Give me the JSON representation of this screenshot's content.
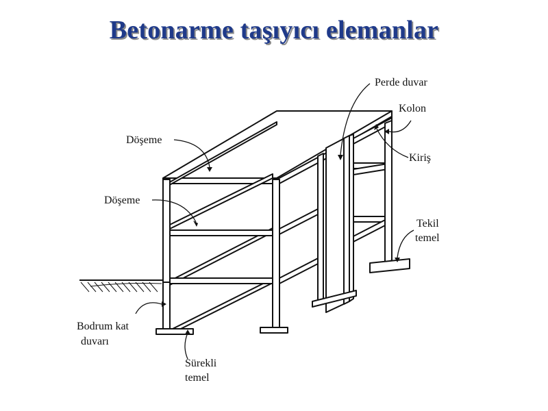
{
  "title": "Betonarme taşıyıcı elemanlar",
  "labels": {
    "perde_duvar": "Perde duvar",
    "kolon": "Kolon",
    "doseme_top": "Döşeme",
    "kiris": "Kiriş",
    "doseme_mid": "Döşeme",
    "tekil_temel_1": "Tekil",
    "tekil_temel_2": "temel",
    "bodrum_1": "Bodrum kat",
    "bodrum_2": "duvarı",
    "surekli_1": "Sürekli",
    "surekli_2": "temel"
  },
  "colors": {
    "title": "#1f3a8a",
    "title_shadow": "#8c8c8c",
    "lines": "#111111"
  }
}
